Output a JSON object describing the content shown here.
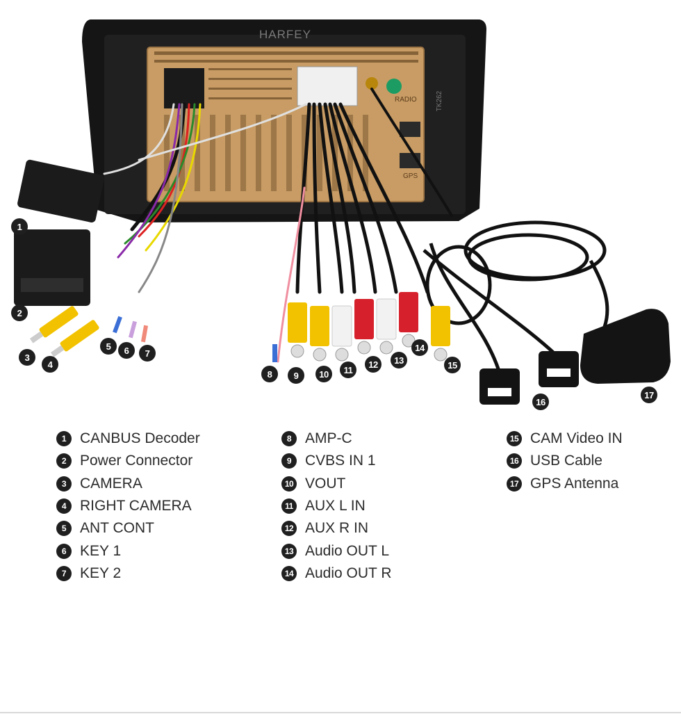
{
  "brand": {
    "watermark": "HARFEY"
  },
  "unit_labels": {
    "radio": "RADIO",
    "gps": "GPS",
    "model_code": "TK262"
  },
  "callouts": [
    {
      "id": "1",
      "label": "CANBUS Decoder"
    },
    {
      "id": "2",
      "label": "Power Connector"
    },
    {
      "id": "3",
      "label": "CAMERA"
    },
    {
      "id": "4",
      "label": "RIGHT CAMERA"
    },
    {
      "id": "5",
      "label": "ANT CONT"
    },
    {
      "id": "6",
      "label": "KEY 1"
    },
    {
      "id": "7",
      "label": "KEY 2"
    },
    {
      "id": "8",
      "label": "AMP-C"
    },
    {
      "id": "9",
      "label": "CVBS IN 1"
    },
    {
      "id": "10",
      "label": "VOUT"
    },
    {
      "id": "11",
      "label": "AUX L IN"
    },
    {
      "id": "12",
      "label": "AUX R IN"
    },
    {
      "id": "13",
      "label": "Audio OUT L"
    },
    {
      "id": "14",
      "label": "Audio OUT R"
    },
    {
      "id": "15",
      "label": "CAM Video IN"
    },
    {
      "id": "16",
      "label": "USB Cable"
    },
    {
      "id": "17",
      "label": "GPS Antenna"
    }
  ],
  "colors": {
    "rca_yellow": "#f2c200",
    "rca_white": "#f2f2f2",
    "rca_red": "#d6202b",
    "housing": "#caa06a",
    "frame": "#141414",
    "badge": "#1f1f1f"
  }
}
